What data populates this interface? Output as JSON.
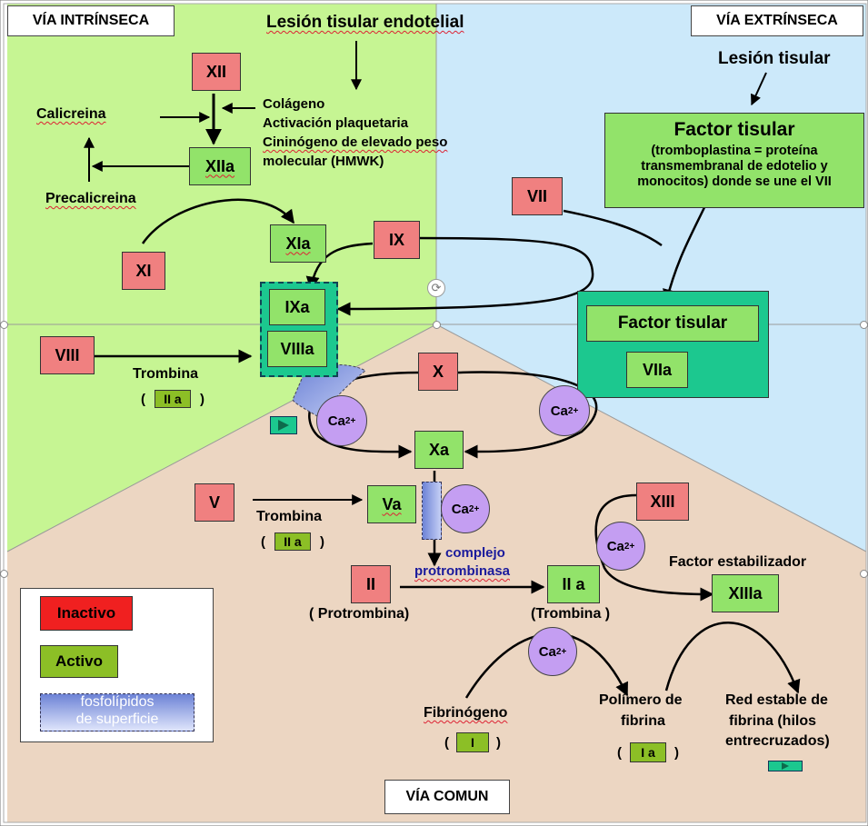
{
  "corners": {
    "intrinsic": "VÍA INTRÍNSECA",
    "extrinsic": "VÍA EXTRÍNSECA",
    "common": "VÍA COMUN"
  },
  "intrinsic": {
    "lesion": "Lesión tisular endotelial",
    "xii": "XII",
    "xiia": "XIIa",
    "collagen": "Colágeno",
    "platelet": "Activación plaquetaria",
    "kininogen1": "Cininógeno de elevado peso",
    "kininogen2": "molecular (HMWK)",
    "kallikrein": "Calicreina",
    "prekallikrein": "Precalicreina",
    "xi": "XI",
    "xia": "XIa",
    "ix": "IX",
    "ixa": "IXa",
    "viiia": "VIIIa",
    "viii": "VIII",
    "thrombin": "Trombina",
    "iia": "II a"
  },
  "extrinsic": {
    "lesion": "Lesión tisular",
    "tf_title": "Factor tisular",
    "tf_desc1": "(tromboplastina = proteína",
    "tf_desc2": "transmembranal de edotelio y",
    "tf_desc3": "monocitos) donde se une el VII",
    "vii": "VII",
    "tf_inner": "Factor tisular",
    "viia": "VIIa"
  },
  "common": {
    "x": "X",
    "xa": "Xa",
    "ca": "Ca",
    "ca_sup": "2+",
    "v": "V",
    "va": "Va",
    "thrombin": "Trombina",
    "iia": "II a",
    "complex1": "complejo",
    "complex2": "protrombinasa",
    "ii": "II",
    "prothrombin": "( Protrombina)",
    "iia_box": "II a",
    "thrombin_paren": "(Trombina )",
    "xiii": "XIII",
    "stabilizer": "Factor estabilizador",
    "xiiia": "XIIIa",
    "fibrinogen": "Fibrinógeno",
    "i": "I",
    "polymer1": "Polímero de",
    "polymer2": "fibrina",
    "ia": "I a",
    "stable1": "Red estable de",
    "stable2": "fibrina (hilos",
    "stable3": "entrecruzados)"
  },
  "legend": {
    "inactive": "Inactivo",
    "active": "Activo",
    "phospho1": "fosfolípidos",
    "phospho2": "de superficie"
  },
  "colors": {
    "intrinsic_bg": "#c6f593",
    "extrinsic_bg": "#cce9fa",
    "common_bg": "#ecd6c2",
    "inactive": "#f08080",
    "active_box": "#92e36a",
    "legend_active": "#8cbf26",
    "complex_teal": "#1cc88f",
    "calcium": "#c49ef2",
    "complex_text": "#1a1a9c"
  },
  "icons": [
    "play-icon",
    "rotate-icon"
  ]
}
